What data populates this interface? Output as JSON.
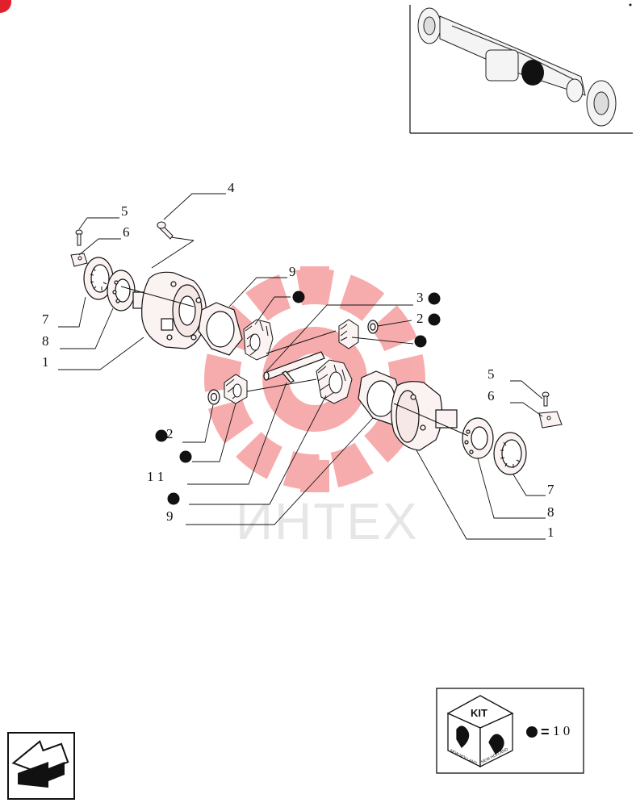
{
  "watermark": "ИНТЕХ",
  "callouts": {
    "c4": "4",
    "c5_left": "5",
    "c6_left": "6",
    "c7_left": "7",
    "c8_left": "8",
    "c1_left": "1",
    "c9_top": "9",
    "c3": "3",
    "c2_right": "2",
    "c2_left": "2",
    "c11": "1 1",
    "c9_bottom": "9",
    "c5_right": "5",
    "c6_right": "6",
    "c7_right": "7",
    "c8_right": "8",
    "c1_right": "1"
  },
  "kit": {
    "box_label": "KIT",
    "brand_left": "NEW HOLLAND",
    "brand_right": "NEW HOLLAND",
    "equals": "=",
    "kit_number": "1 0"
  },
  "colors": {
    "line": "#111111",
    "watermark_red": "#f06a6a",
    "bullet": "#111111",
    "part_fill": "#fbf2f2"
  }
}
